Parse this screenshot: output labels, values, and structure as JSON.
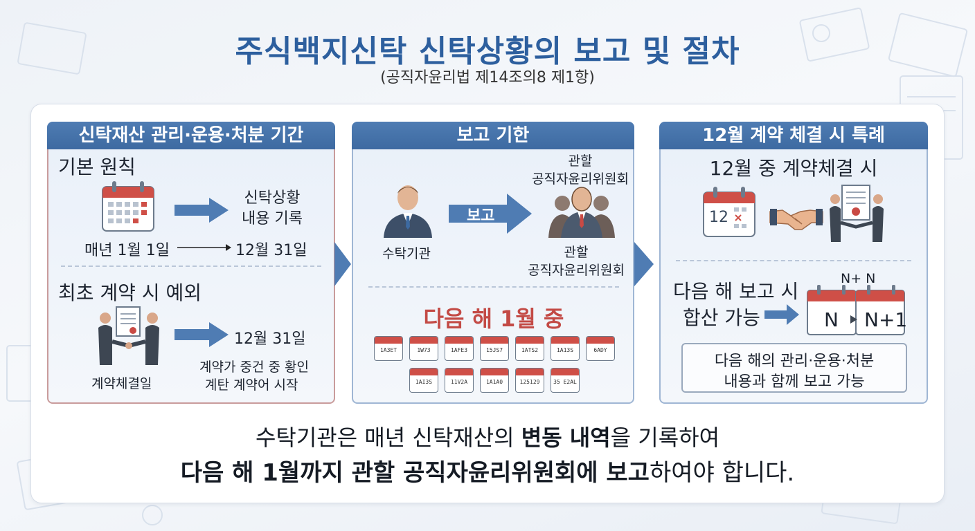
{
  "title": "주식백지신탁 신탁상황의 보고 및 절차",
  "subtitle": "(공직자윤리법 제14조의8 제1항)",
  "panel1": {
    "heading": "신탁재산 관리·운용·처분 기간",
    "basic_rule": "기본 원칙",
    "record_line1": "신탁상황",
    "record_line2": "내용 기록",
    "period_start": "매년 1월 1일",
    "period_end": "12월 31일",
    "exception": "최초 계약 시 예외",
    "contract_end": "12월 31일",
    "contract_note1": "계약가 중건 중 황인",
    "contract_note2": "계탄 계약어 시작",
    "contract_day": "계약체결일"
  },
  "panel2": {
    "heading": "보고 기한",
    "authority_top_1": "관할",
    "authority_top_2": "공직자윤리위원회",
    "report_label": "보고",
    "trustee": "수탁기관",
    "authority_bottom_1": "관할",
    "authority_bottom_2": "공직자윤리위원회",
    "deadline": "다음 해 1월 중",
    "calendar_labels": [
      "1A3ET",
      "1W73",
      "1AFE3",
      "15JS7",
      "1ATS2",
      "1A13S",
      "6ADY",
      "1AI3S",
      "11V2A",
      "1A1A0",
      "125129",
      "35 E2AL"
    ]
  },
  "panel3": {
    "heading": "12월 계약 체결 시 특례",
    "december_contract": "12월 중 계약체결 시",
    "calendar_day": "12",
    "combined_line1": "다음 해 보고 시",
    "combined_line2": "합산 가능",
    "year_label": "N+ N",
    "year_n": "N",
    "year_n1": "N+1",
    "note_line1": "다음 해의 관리·운용·처분",
    "note_line2": "내용과 함께 보고 가능"
  },
  "bottom": {
    "line1_a": "수탁기관은 매년 신탁재산의 ",
    "line1_b": "변동 내역",
    "line1_c": "을 기록하여",
    "line2_a": "다음 해 1월까지 관할 공직자윤리위원회에 보고",
    "line2_b": "하여야 합니다."
  },
  "colors": {
    "title_blue": "#2d5f9e",
    "header_blue": "#3d6aa1",
    "arrow_blue": "#4f7cb3",
    "calendar_red": "#cf4f47",
    "deadline_red": "#c34a45"
  }
}
